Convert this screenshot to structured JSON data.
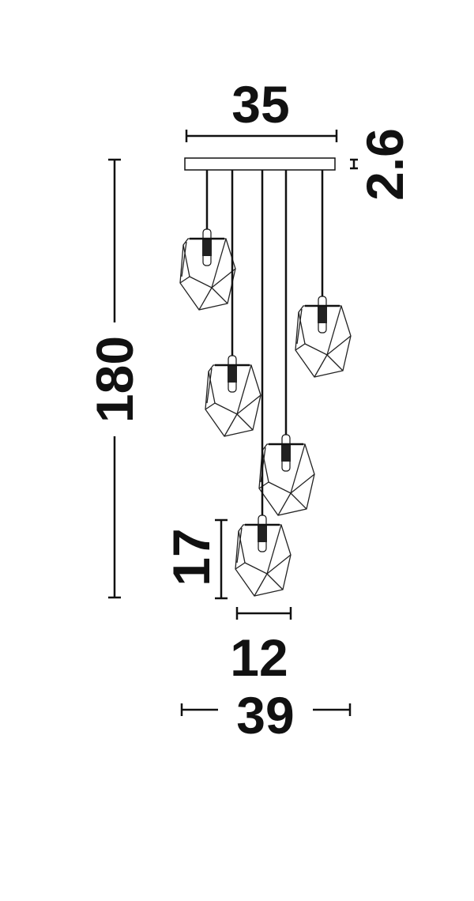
{
  "dimensions": {
    "canopy_width": "35",
    "canopy_height": "2.6",
    "total_height": "180",
    "shade_height": "17",
    "shade_width": "12",
    "total_width": "39"
  },
  "lamp_count": 5
}
